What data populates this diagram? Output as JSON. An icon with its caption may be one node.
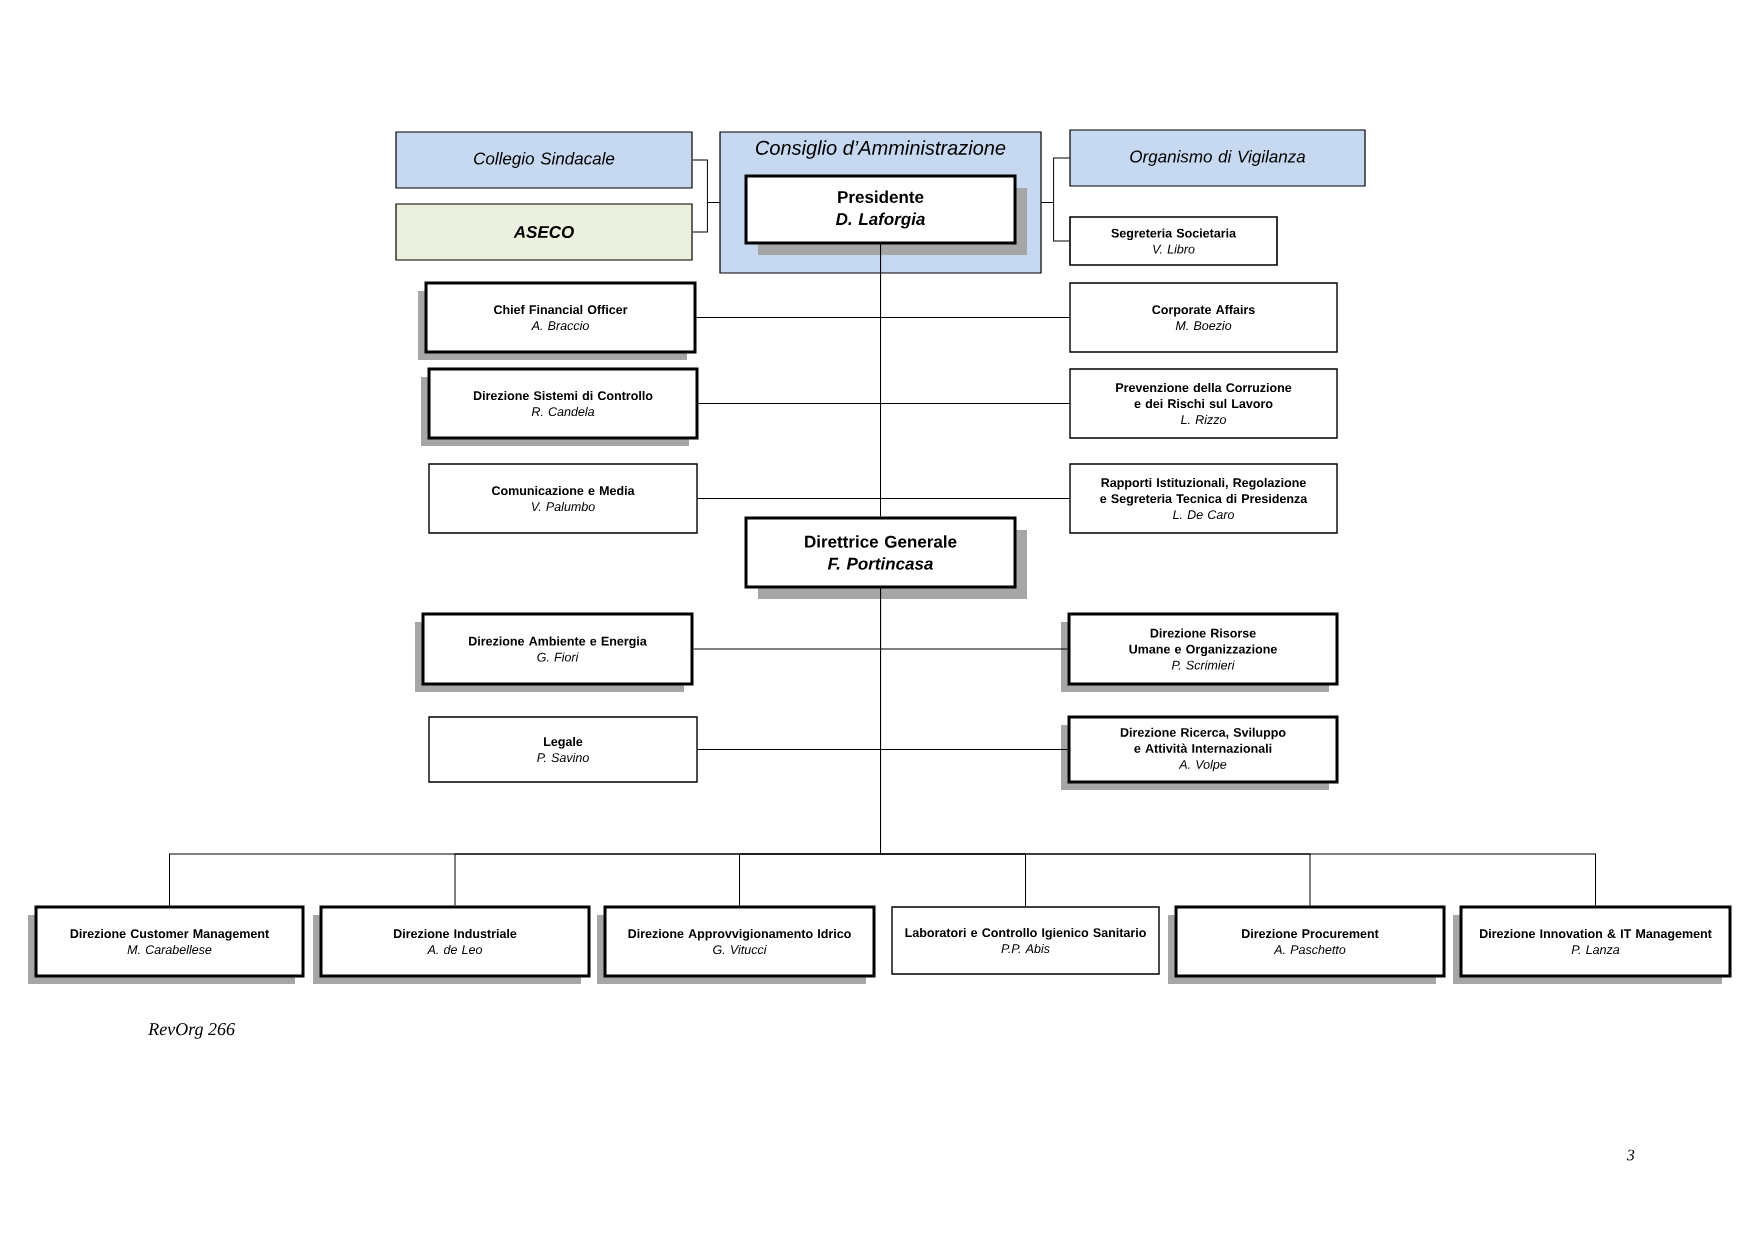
{
  "diagram": {
    "nodes": [
      {
        "text": [
          "Consiglio d’Amministrazione"
        ]
      },
      {
        "text": [
          "Presidente",
          "D. Laforgia"
        ],
        "in": 0
      },
      {
        "text": [
          "Collegio Sindacale"
        ]
      },
      {
        "text": [
          "ASECO"
        ]
      },
      {
        "text": [
          "Organismo di Vigilanza"
        ]
      },
      {
        "text": [
          "Segreteria Societaria",
          "V. Libro"
        ]
      },
      {
        "text": [
          "Chief Financial Officer",
          "A. Braccio"
        ]
      },
      {
        "text": [
          "Corporate Affairs",
          "M. Boezio"
        ]
      },
      {
        "text": [
          "Direzione Sistemi di Controllo",
          "R. Candela"
        ]
      },
      {
        "text": [
          "Prevenzione della Corruzione e dei Rischi sul Lavoro",
          "L. Rizzo"
        ]
      },
      {
        "text": [
          "Comunicazione e Media",
          "V. Palumbo"
        ]
      },
      {
        "text": [
          "Rapporti Istituzionali, Regolazione e Segreteria Tecnica di Presidenza",
          "L. De Caro"
        ]
      },
      {
        "text": [
          "Direttrice Generale",
          "F. Portincasa"
        ]
      },
      {
        "text": [
          "Direzione Ambiente e Energia",
          "G. Fiori"
        ]
      },
      {
        "text": [
          "Direzione Risorse Umane e Organizzazione",
          "P. Scrimieri"
        ]
      },
      {
        "text": [
          "Legale",
          "P. Savino"
        ]
      },
      {
        "text": [
          "Direzione Ricerca, Sviluppo e Attività Internazionali",
          "A. Volpe"
        ]
      },
      {
        "text": [
          "Direzione Customer Management",
          "M. Carabellese"
        ]
      },
      {
        "text": [
          "Direzione Industriale",
          "A. de Leo"
        ]
      },
      {
        "text": [
          "Direzione Approvvigionamento Idrico",
          "G. Vitucci"
        ]
      },
      {
        "text": [
          "Laboratori e Controllo Igienico Sanitario",
          "P.P. Abis"
        ]
      },
      {
        "text": [
          "Direzione Procurement",
          "A. Paschetto"
        ]
      },
      {
        "text": [
          "Direzione Innovation & IT Management",
          "P. Lanza"
        ]
      }
    ],
    "edges": [
      {
        "from": 0,
        "to": 2,
        "arrow": "none"
      },
      {
        "from": 0,
        "to": 3,
        "arrow": "none"
      },
      {
        "from": 0,
        "to": 4,
        "arrow": "none"
      },
      {
        "from": 0,
        "to": 5,
        "arrow": "none"
      },
      {
        "from": 1,
        "to": 12,
        "arrow": "none"
      },
      {
        "from": 1,
        "to": 6,
        "arrow": "none"
      },
      {
        "from": 1,
        "to": 7,
        "arrow": "none"
      },
      {
        "from": 1,
        "to": 8,
        "arrow": "none"
      },
      {
        "from": 1,
        "to": 9,
        "arrow": "none"
      },
      {
        "from": 1,
        "to": 10,
        "arrow": "none"
      },
      {
        "from": 1,
        "to": 11,
        "arrow": "none"
      },
      {
        "from": 12,
        "to": 13,
        "arrow": "none"
      },
      {
        "from": 12,
        "to": 14,
        "arrow": "none"
      },
      {
        "from": 12,
        "to": 15,
        "arrow": "none"
      },
      {
        "from": 12,
        "to": 16,
        "arrow": "none"
      },
      {
        "from": 12,
        "to": 17,
        "arrow": "none"
      },
      {
        "from": 12,
        "to": 18,
        "arrow": "none"
      },
      {
        "from": 12,
        "to": 19,
        "arrow": "none"
      },
      {
        "from": 12,
        "to": 20,
        "arrow": "none"
      },
      {
        "from": 12,
        "to": 21,
        "arrow": "none"
      },
      {
        "from": 12,
        "to": 22,
        "arrow": "none"
      }
    ],
    "labels": [
      "RevOrg 266",
      "3"
    ]
  }
}
